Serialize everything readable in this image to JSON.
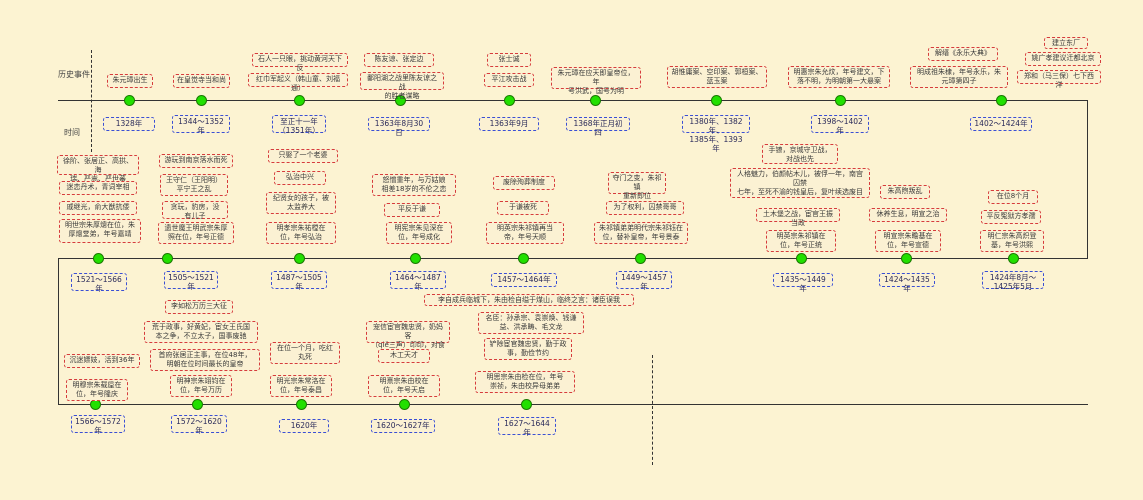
{
  "labels": {
    "events": "历史事件",
    "time": "时间"
  },
  "colors": {
    "background": "#fcf3d2",
    "event_border": "#d63c3c",
    "time_border": "#3a4fd4",
    "node": "#22e000"
  },
  "row1": [
    {
      "time": "1328年",
      "events": [
        "朱元璋出生"
      ]
    },
    {
      "time": "1344～1352\n年",
      "events": [
        "在皇觉寺当和尚"
      ]
    },
    {
      "time": "至正十一年\n（1351年）",
      "events": [
        "石人一只眼，挑动黄河天下反",
        "红巾军起义（韩山童、刘福通）"
      ]
    },
    {
      "time": "1363年8月30日",
      "events": [
        "陈友谅、张定边",
        "鄱阳湖之战里陈友谅之战\n的胜者谋略"
      ]
    },
    {
      "time": "1363年9月",
      "events": [
        "张士诚",
        "平江攻击战"
      ]
    },
    {
      "time": "1368年正月初四",
      "events": [
        "朱元璋在应天即皇帝位，年\n号洪武，国号为明"
      ]
    },
    {
      "time": "1380年、1382年、\n1385年、1393年",
      "events": [
        "胡惟庸案、空印案、郭桓案、\n蓝玉案"
      ]
    },
    {
      "time": "1398～1402\n年",
      "events": [
        "明惠宗朱允炆，年号建文，下\n落不明，为明朝第一大悬案"
      ]
    },
    {
      "time": "1402～1424年",
      "events": [
        "解缙《永乐大典》",
        "明成祖朱棣，年号永乐，朱\n元璋第四子"
      ]
    },
    {
      "time": "",
      "events": [
        "建立东厂",
        "姚广孝建议迁都北京",
        "郑和（马三保）七下西洋"
      ]
    }
  ],
  "row2": [
    {
      "time": "1521～1566\n年",
      "events": [
        "徐阶、张居正、高拱、海\n瑞、严嵩、严世蕃",
        "迷恋丹术，青词宰相",
        "戚继光，俞大猷抗倭",
        "明世宗朱厚熜在位，朱\n厚熜堂弟，年号嘉靖"
      ]
    },
    {
      "time": "1505～1521\n年",
      "events": [
        "游玩到南京落水而死",
        "王守仁（王阳明）\n平宁王之乱",
        "贪玩，豹房，没\n有儿子",
        "遗世魔王明武宗朱厚\n照在位，年号正德"
      ]
    },
    {
      "time": "1487～1505\n年",
      "events": [
        "只娶了一个老婆",
        "弘治中兴",
        "纪贤女的孩子，被\n太监养大",
        "明孝宗朱祐樘在\n位，年号弘治"
      ]
    },
    {
      "time": "1464～1487\n年",
      "events": [
        "怒憎重年，与万姑娘\n相差18岁的不伦之恋",
        "平反于谦",
        "明宪宗朱见深在\n位，年号成化"
      ]
    },
    {
      "time": "1457～1464年",
      "events": [
        "废除殉葬制度",
        "于谦被死",
        "明英宗朱祁镇再当\n帝，年号天顺"
      ]
    },
    {
      "time": "1449～1457\n年",
      "events": [
        "夺门之变，朱祁镇\n重新即位",
        "为了权利，囚禁哥哥",
        "朱祁镇弟弟明代宗朱祁钰在\n位，替补皇帝，年号景泰"
      ]
    },
    {
      "time": "1435～1449年",
      "events": [
        "手镣，京城守卫战，\n对战也先",
        "人格魅力，伯颜帖木儿，被俘一年，南宫囚禁\n七年，至死不渝的钱皇后，复叶续选废目",
        "土木堡之战，宦官王振当政",
        "明英宗朱祁镇在\n位，年号正统"
      ]
    },
    {
      "time": "1424～1435年",
      "events": [
        "朱高煦叛乱",
        "休养生息，明宣之治",
        "明宣宗朱瞻基在\n位，年号宣德"
      ]
    },
    {
      "time": "1424年8月～\n1425年5月",
      "events": [
        "在位8个月",
        "平反冤狱方孝孺",
        "明仁宗朱高炽登\n基，年号洪熙"
      ]
    }
  ],
  "row3": [
    {
      "time": "1566～1572\n年",
      "events": [
        "沉迷嫖妓，活到36年",
        "明穆宗朱载垕在\n位，年号隆庆"
      ]
    },
    {
      "time": "1572～1620\n年",
      "events": [
        "李如松万历三大征",
        "荒于政事，好黄妃，宦女王氏国\n本之争，不立太子，国事废驰",
        "首府张居正主事，在位48年，\n明朝在位时间最长的皇帝",
        "明神宗朱翊钧在\n位，年号万历"
      ]
    },
    {
      "time": "1620年",
      "events": [
        "在位一个月，吃红\n丸死",
        "明光宗朱常洛在\n位，年号泰昌"
      ]
    },
    {
      "time": "1620～1627年",
      "events": [
        "宠信宦官魏忠贤，奶妈客\n（qiě三声）印印，对食",
        "木工天才",
        "明熹宗朱由校在\n位，年号天启"
      ]
    },
    {
      "time": "1627～1644\n年",
      "events": [
        "李自成兵临城下，朱由检自缢于煤山，临终之言：诸臣误我",
        "名臣：孙承宗、袁崇焕、钱谦\n益、洪承畴、毛文龙",
        "铲除宦官魏忠贤，勤于政\n事，勤俭节约",
        "明思宗朱由检在位，年号\n崇祯，朱由校异母弟弟"
      ]
    }
  ]
}
